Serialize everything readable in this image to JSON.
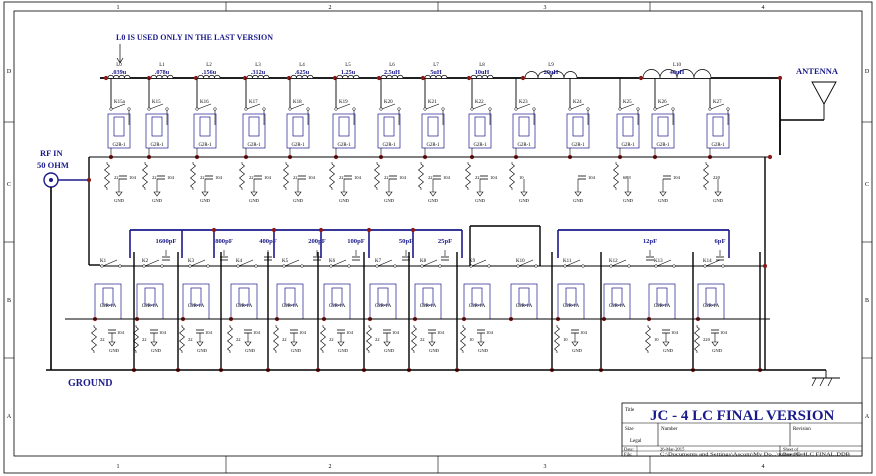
{
  "frame": {
    "cols": [
      "1",
      "2",
      "3",
      "4"
    ],
    "rows": [
      "D",
      "C",
      "B",
      "A"
    ]
  },
  "notes": {
    "l0_note": "L0  IS USED ONLY IN THE LAST VERSION",
    "antenna": "ANTENNA",
    "rf_in_1": "RF IN",
    "rf_in_2": "50 OHM",
    "ground": "GROUND"
  },
  "inductors": [
    {
      "ref": "L0",
      "value": ".039u"
    },
    {
      "ref": "L1",
      "value": ".078u"
    },
    {
      "ref": "L2",
      "value": ".156u"
    },
    {
      "ref": "L3",
      "value": ".312u"
    },
    {
      "ref": "L4",
      "value": ".625u"
    },
    {
      "ref": "L5",
      "value": "1.25u"
    },
    {
      "ref": "L6",
      "value": "2.5uH"
    },
    {
      "ref": "L7",
      "value": "5uH"
    },
    {
      "ref": "L8",
      "value": "10uH"
    },
    {
      "ref": "L9",
      "value": "20uH"
    },
    {
      "ref": "L10",
      "value": "40uH"
    }
  ],
  "top_relays": [
    {
      "ref": "K15a",
      "type": "G2R-1",
      "res": "22",
      "cap": "104"
    },
    {
      "ref": "K15",
      "type": "G2R-1",
      "res": "22",
      "cap": "104"
    },
    {
      "ref": "K16",
      "type": "G2R-1",
      "res": "22",
      "cap": "104"
    },
    {
      "ref": "K17",
      "type": "G2R-1",
      "res": "22",
      "cap": "104"
    },
    {
      "ref": "K18",
      "type": "G2R-1",
      "res": "22",
      "cap": "104"
    },
    {
      "ref": "K19",
      "type": "G2R-1",
      "res": "22",
      "cap": "104"
    },
    {
      "ref": "K20",
      "type": "G2R-1",
      "res": "22",
      "cap": "104"
    },
    {
      "ref": "K21",
      "type": "G2R-1",
      "res": "22",
      "cap": "104"
    },
    {
      "ref": "K22",
      "type": "G2R-1",
      "res": "22",
      "cap": "104"
    },
    {
      "ref": "K23",
      "type": "G2R-1",
      "res": "10",
      "cap": ""
    },
    {
      "ref": "K24",
      "type": "G2R-1",
      "res": "",
      "cap": "104"
    },
    {
      "ref": "K25",
      "type": "G2R-1",
      "res": "6R8",
      "cap": ""
    },
    {
      "ref": "K26",
      "type": "G2R-1",
      "res": "",
      "cap": "104"
    },
    {
      "ref": "K27",
      "type": "G2R-1",
      "res": "220",
      "cap": ""
    }
  ],
  "gnd_label": "GND",
  "capacitors": [
    "1600pF",
    "800pF",
    "400pF",
    "200pF",
    "100pF",
    "50pF",
    "25pF",
    "12pF",
    "6pF"
  ],
  "bottom_relays": [
    {
      "ref": "K1",
      "type": "G2R-1A",
      "res": "22",
      "cap": "104"
    },
    {
      "ref": "K2",
      "type": "G2R-1A",
      "res": "22",
      "cap": "104"
    },
    {
      "ref": "K3",
      "type": "G2R-1A",
      "res": "22",
      "cap": "104"
    },
    {
      "ref": "K4",
      "type": "G2R-1A",
      "res": "22",
      "cap": "104"
    },
    {
      "ref": "K5",
      "type": "G2R-1A",
      "res": "22",
      "cap": "104"
    },
    {
      "ref": "K6",
      "type": "G2R-1A",
      "res": "22",
      "cap": "104"
    },
    {
      "ref": "K7",
      "type": "G2R-1A",
      "res": "22",
      "cap": "104"
    },
    {
      "ref": "K8",
      "type": "G2R-1A",
      "res": "22",
      "cap": "104"
    },
    {
      "ref": "K9",
      "type": "G2R-1A",
      "res": "10",
      "cap": "104"
    },
    {
      "ref": "K10",
      "type": "G2R-1A",
      "res": "",
      "cap": ""
    },
    {
      "ref": "K11",
      "type": "G2R-1A",
      "res": "10",
      "cap": "104"
    },
    {
      "ref": "K12",
      "type": "G2R-1A",
      "res": "",
      "cap": ""
    },
    {
      "ref": "K13",
      "type": "G2R-1A",
      "res": "10",
      "cap": "104"
    },
    {
      "ref": "K14",
      "type": "G2R-1A",
      "res": "220",
      "cap": "104"
    }
  ],
  "title_block": {
    "title_label": "Title",
    "title": "JC - 4 LC FINAL VERSION",
    "size_label": "Size",
    "size": "Legal",
    "number_label": "Number",
    "revision_label": "Revision",
    "date_label": "Date:",
    "date": "26-Mar-2015",
    "file_label": "File:",
    "file": "C:\\Documents and Settings\\Ascom\\My Do...\\tuner JC-4LC FINAL.DDB",
    "sheet_label": "Sheet    of",
    "drawn_label": "Drawn By:"
  }
}
